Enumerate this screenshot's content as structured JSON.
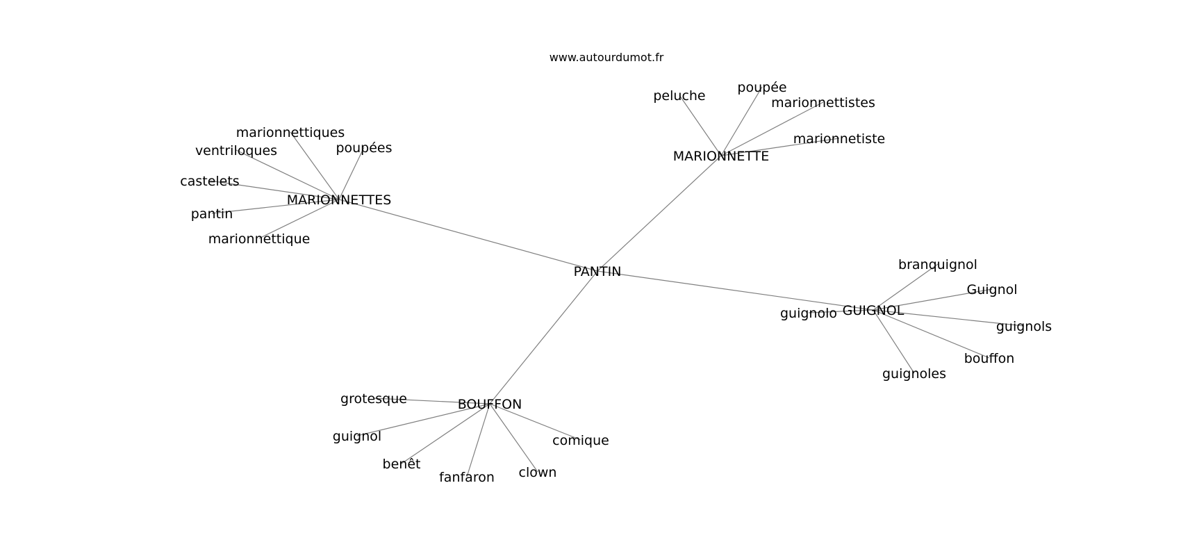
{
  "site": "www.autourdumot.fr",
  "colors": {
    "edge": "#7f7f7f",
    "text": "#000000",
    "background": "#ffffff"
  },
  "root": "PANTIN",
  "groups": [
    {
      "hub": "MARIONNETTES",
      "words": [
        "marionnettiques",
        "poupées",
        "ventriloques",
        "castelets",
        "pantin",
        "marionnettique"
      ]
    },
    {
      "hub": "MARIONNETTE",
      "words": [
        "peluche",
        "poupée",
        "marionnettistes",
        "marionnetiste"
      ]
    },
    {
      "hub": "GUIGNOL",
      "words": [
        "branquignol",
        "Guignol",
        "guignolo",
        "guignols",
        "bouffon",
        "guignoles"
      ]
    },
    {
      "hub": "BOUFFON",
      "words": [
        "grotesque",
        "guignol",
        "benêt",
        "fanfaron",
        "clown",
        "comique"
      ]
    }
  ]
}
